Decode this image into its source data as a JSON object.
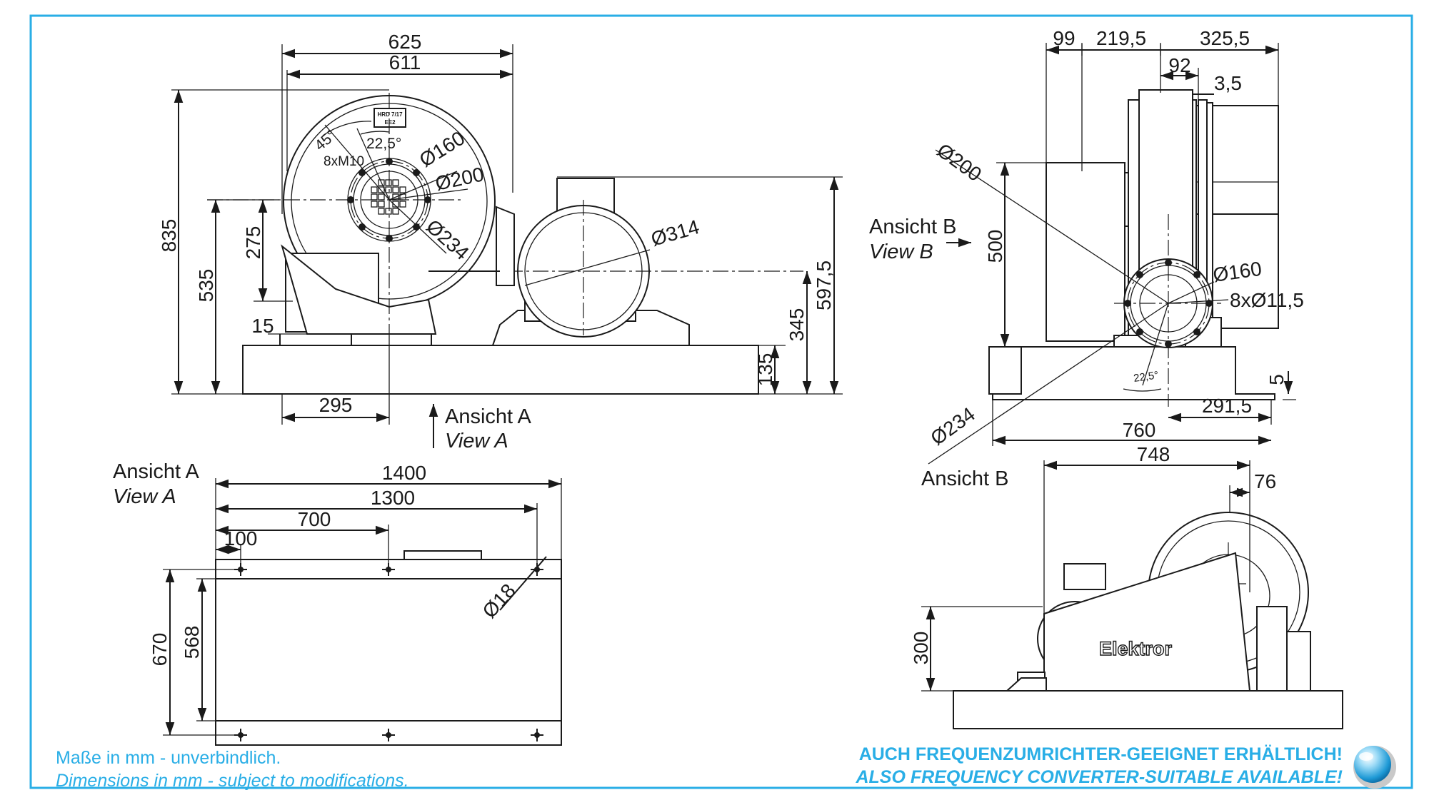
{
  "view_top_left": {
    "dims": {
      "d625": "625",
      "d611": "611",
      "d835": "835",
      "d535": "535",
      "d275": "275",
      "d15": "15",
      "d295": "295",
      "d345": "345",
      "d135": "135",
      "d5975": "597,5",
      "d314": "Ø314",
      "d160": "Ø160",
      "d200": "Ø200",
      "d234": "Ø234",
      "ang45": "45°",
      "ang225": "22,5°",
      "bolts": "8xM10"
    },
    "nameplate_line1": "HRD 7/17",
    "nameplate_line2": "EE2",
    "view_a_de": "Ansicht A",
    "view_a_en": "View A"
  },
  "view_top_right": {
    "dims": {
      "d99": "99",
      "d2195": "219,5",
      "d3255": "325,5",
      "d92": "92",
      "d35": "3,5",
      "d200": "Ø200",
      "d500": "500",
      "d160": "Ø160",
      "d8x115": "8xØ11,5",
      "ang225": "22,5°",
      "d5": "5",
      "d2915": "291,5",
      "d760": "760",
      "d234": "Ø234"
    },
    "view_b_de": "Ansicht B",
    "view_b_en": "View B"
  },
  "view_a_panel": {
    "title_de": "Ansicht A",
    "title_en": "View A",
    "dims": {
      "d1400": "1400",
      "d1300": "1300",
      "d700": "700",
      "d100": "100",
      "d18": "Ø18",
      "d670": "670",
      "d568": "568"
    }
  },
  "view_b_panel": {
    "title_de": "Ansicht B",
    "dims": {
      "d748": "748",
      "d76": "76",
      "d300": "300"
    },
    "brand": "Elektror"
  },
  "notes": {
    "de": "Maße in mm - unverbindlich.",
    "en": "Dimensions in mm - subject to modifications."
  },
  "promo": {
    "de": "AUCH FREQUENZUMRICHTER-GEEIGNET ERHÄLTLICH!",
    "en": "ALSO FREQUENCY CONVERTER-SUITABLE AVAILABLE!"
  },
  "colors": {
    "frame": "#29aee6",
    "line": "#1a1a1a",
    "accent": "#29aee6"
  },
  "icons": {
    "badge": "blue-sphere-icon"
  }
}
